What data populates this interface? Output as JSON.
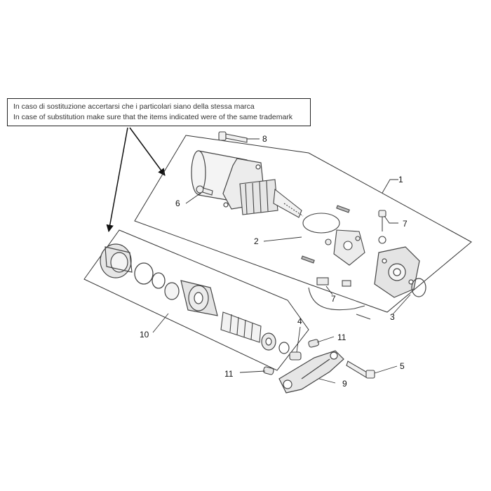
{
  "note": {
    "line_it": "In caso di sostituzione accertarsi che i particolari siano della stessa marca",
    "line_en": "In case of substitution make sure that the items indicated were of the same trademark"
  },
  "callouts": {
    "c1": "1",
    "c2": "2",
    "c3": "3",
    "c4": "4",
    "c5": "5",
    "c6": "6",
    "c7a": "7",
    "c7b": "7",
    "c8": "8",
    "c9": "9",
    "c10": "10",
    "c11a": "11",
    "c11b": "11"
  },
  "colors": {
    "line": "#222222",
    "part": "#444444",
    "fill": "#e9e9e9"
  }
}
